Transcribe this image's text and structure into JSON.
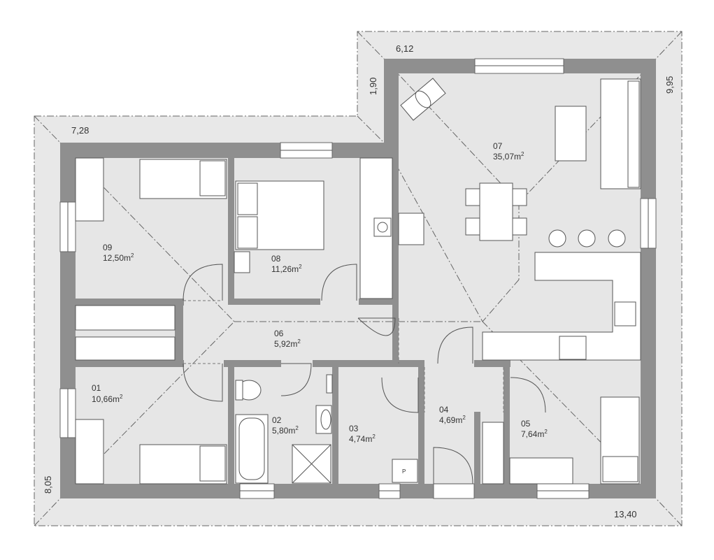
{
  "dimensions": {
    "top_left_width": "7,28",
    "top_right_width": "6,12",
    "left_height": "8,05",
    "step_height": "1,90",
    "right_height": "9,95",
    "bottom_width": "13,40"
  },
  "rooms": [
    {
      "id": "room-01",
      "number": "01",
      "area": "10,66",
      "unit": "m",
      "exp": "2"
    },
    {
      "id": "room-02",
      "number": "02",
      "area": "5,80",
      "unit": "m",
      "exp": "2"
    },
    {
      "id": "room-03",
      "number": "03",
      "area": "4,74",
      "unit": "m",
      "exp": "2"
    },
    {
      "id": "room-04",
      "number": "04",
      "area": "4,69",
      "unit": "m",
      "exp": "2"
    },
    {
      "id": "room-05",
      "number": "05",
      "area": "7,64",
      "unit": "m",
      "exp": "2"
    },
    {
      "id": "room-06",
      "number": "06",
      "area": "5,92",
      "unit": "m",
      "exp": "2"
    },
    {
      "id": "room-07",
      "number": "07",
      "area": "35,07",
      "unit": "m",
      "exp": "2"
    },
    {
      "id": "room-08",
      "number": "08",
      "area": "11,26",
      "unit": "m",
      "exp": "2"
    },
    {
      "id": "room-09",
      "number": "09",
      "area": "12,50",
      "unit": "m",
      "exp": "2"
    }
  ],
  "symbols": {
    "boiler_label": "P"
  },
  "colors": {
    "wall": "#8f8f8f",
    "floor": "#e6e6e6",
    "roof_outline": "#666666"
  }
}
